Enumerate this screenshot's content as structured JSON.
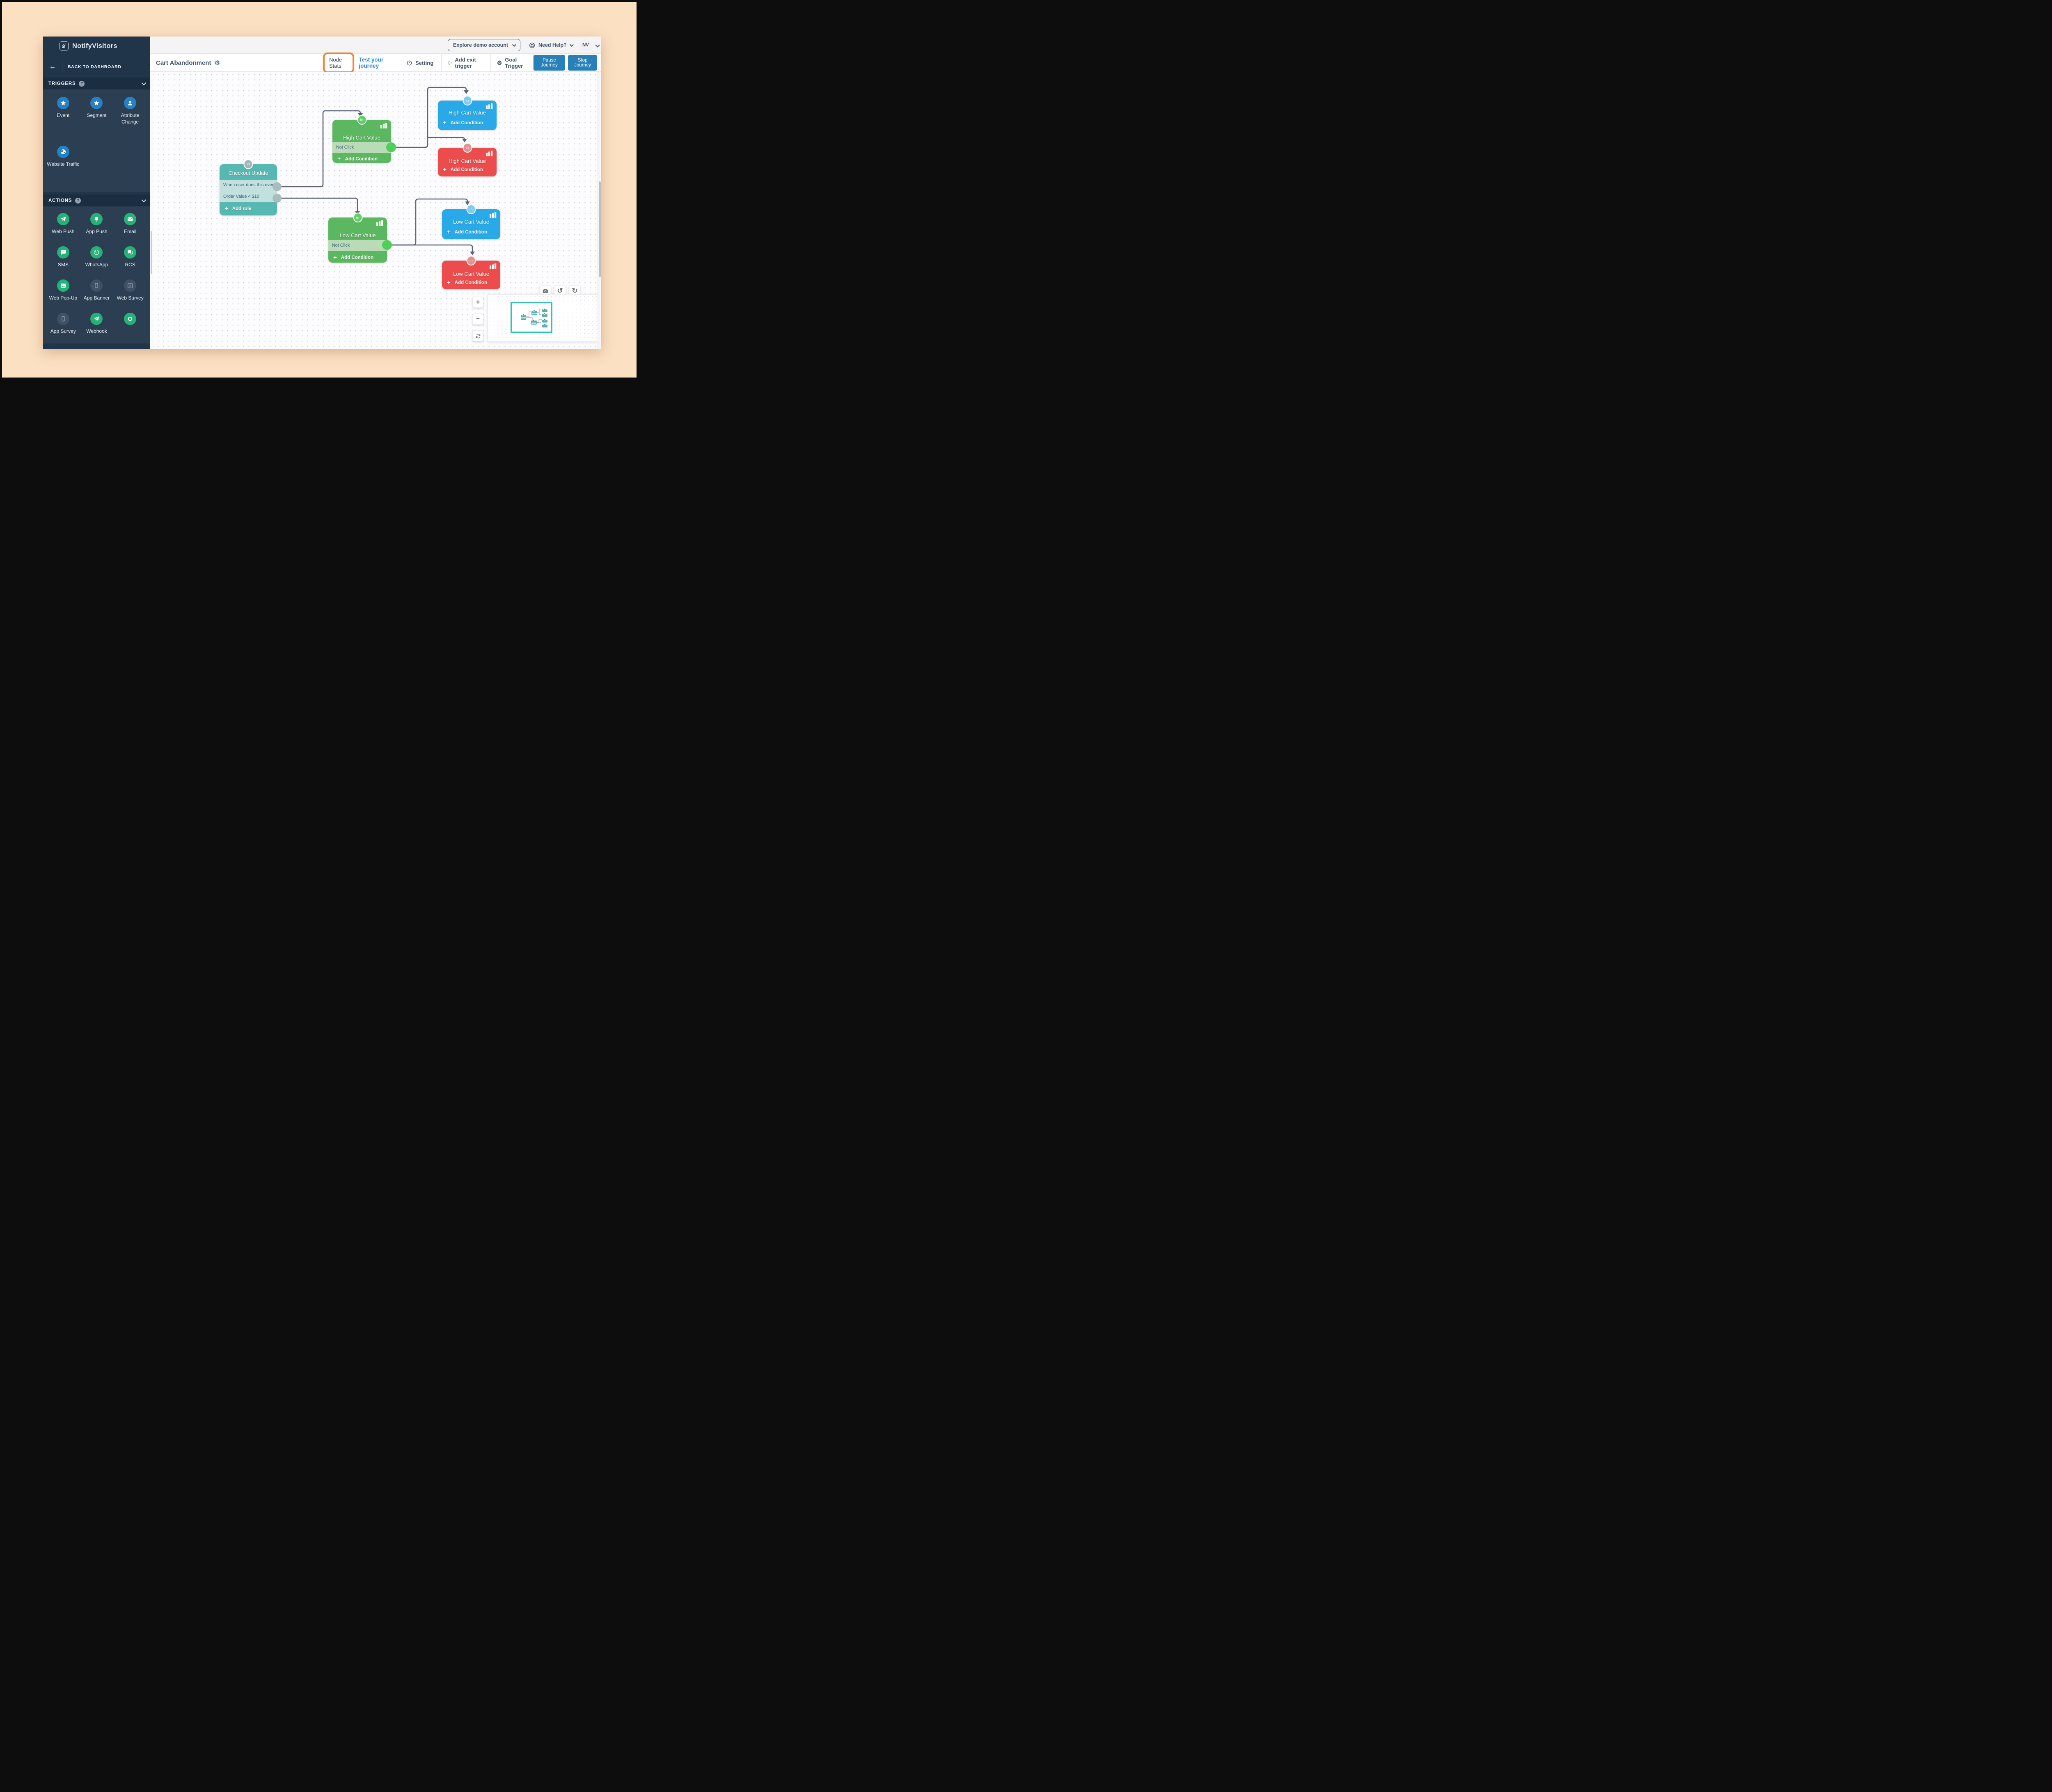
{
  "sidebar": {
    "brand": "NotifyVisitors",
    "back_label": "BACK TO DASHBOARD",
    "triggers": {
      "title": "TRIGGERS",
      "items": [
        {
          "label": "Event",
          "icon": "star-icon",
          "disabled": false
        },
        {
          "label": "Segment",
          "icon": "star-icon",
          "disabled": false
        },
        {
          "label": "Attribute Change",
          "icon": "person-icon",
          "disabled": false
        },
        {
          "label": "Website Traffic",
          "icon": "globe-icon",
          "disabled": false
        }
      ]
    },
    "actions": {
      "title": "ACTIONS",
      "items": [
        {
          "label": "Web Push",
          "icon": "paper-plane-icon",
          "disabled": false
        },
        {
          "label": "App Push",
          "icon": "bell-icon",
          "disabled": false
        },
        {
          "label": "Email",
          "icon": "envelope-icon",
          "disabled": false
        },
        {
          "label": "SMS",
          "icon": "chat-bubble-icon",
          "disabled": false
        },
        {
          "label": "WhatsApp",
          "icon": "whatsapp-icon",
          "disabled": false
        },
        {
          "label": "RCS",
          "icon": "double-bubble-icon",
          "disabled": false
        },
        {
          "label": "Web Pop-Up",
          "icon": "image-icon",
          "disabled": false
        },
        {
          "label": "App Banner",
          "icon": "mobile-icon",
          "disabled": true
        },
        {
          "label": "Web Survey",
          "icon": "check-square-icon",
          "disabled": true
        },
        {
          "label": "App Survey",
          "icon": "mobile-icon",
          "disabled": true
        },
        {
          "label": "Webhook",
          "icon": "paper-plane-icon",
          "disabled": false
        },
        {
          "label": "",
          "icon": "ring-icon",
          "disabled": false
        }
      ]
    }
  },
  "topbar": {
    "explore_button": "Explore demo account",
    "need_help": "Need Help?",
    "avatar": "NV"
  },
  "toolbar": {
    "journey_title": "Cart Abandonment",
    "node_stats_label": "Node Stats",
    "test_journey": "Test your journey",
    "setting": "Setting",
    "add_exit_trigger": "Add exit trigger",
    "goal_trigger": "Goal Trigger",
    "pause_button": "Pause Journey",
    "stop_button": "Stop Journey"
  },
  "annotation": {
    "highlighted_element": "Node Stats",
    "color": "#ee8434"
  },
  "canvas": {
    "in_badge": "in",
    "nodes": [
      {
        "title": "Checkout Update",
        "rules": [
          "When user does this event",
          "Order Value < $10"
        ],
        "action_label": "Add rule",
        "color": "#57b8b1"
      },
      {
        "title": "High Cart Value",
        "rules": [
          "Not Click"
        ],
        "action_label": "Add Condition",
        "color": "#5cb860"
      },
      {
        "title": "High Cart Value",
        "rules": [],
        "action_label": "Add Condition",
        "color": "#29a9e8"
      },
      {
        "title": "High Cart Value",
        "rules": [],
        "action_label": "Add Condition",
        "color": "#ed4c4c"
      },
      {
        "title": "Low Cart Value",
        "rules": [
          "Not Click"
        ],
        "action_label": "Add Condition",
        "color": "#5cb860"
      },
      {
        "title": "Low Cart Value",
        "rules": [],
        "action_label": "Add Condition",
        "color": "#29a9e8"
      },
      {
        "title": "Low Cart Value",
        "rules": [],
        "action_label": "Add Condition",
        "color": "#ed4c4c"
      }
    ]
  },
  "colors": {
    "sidebar_bg": "#20344a",
    "trigger_icon_circle": "#2581c4",
    "action_icon_circle": "#27b077",
    "primary_button": "#2980b9",
    "link_blue": "#2e86de",
    "highlight_orange": "#ee8434",
    "connector": "#5d6379",
    "node_teal": "#57b8b1",
    "node_green": "#5cb860",
    "node_blue": "#29a9e8",
    "node_red": "#ed4c4c",
    "minimap_viewport": "#2ac4bc"
  }
}
